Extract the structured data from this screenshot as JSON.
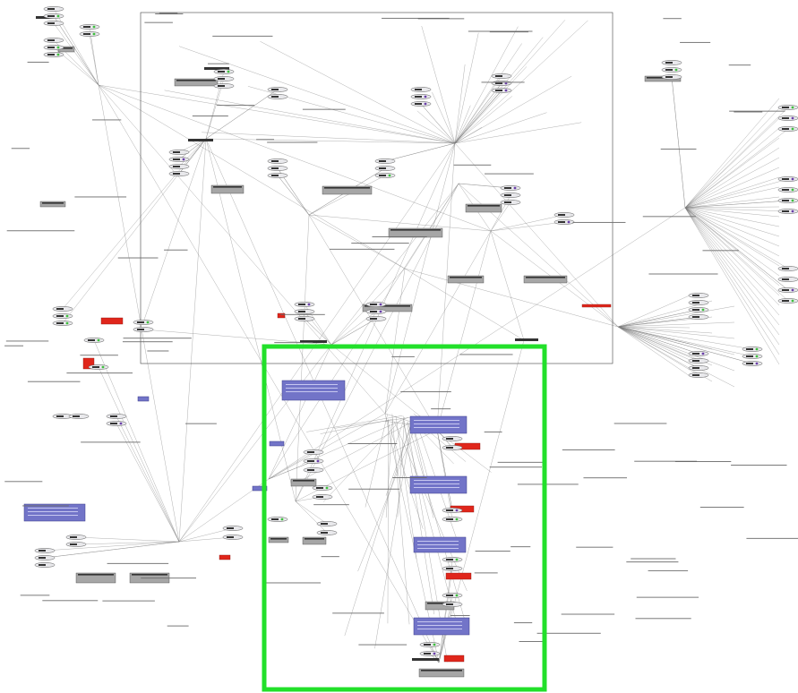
{
  "diagram": {
    "description_note": "",
    "colors": {
      "background": "#ffffff",
      "edge": "#7a7a7a",
      "node_gray": "#a6a6a6",
      "node_dark": "#333333",
      "node_blue": "#7274c8",
      "node_red": "#e0261b",
      "node_border": "#444444",
      "highlight": "#22e02a",
      "ellipse_fill": "#e9e9ec",
      "badge_green": "#3fbf3f",
      "badge_purple": "#6a3fa8"
    },
    "legible_text": "",
    "highlight_region": {
      "label": "",
      "color": "#22e02a"
    },
    "node_counts": {
      "gray_boxes": 18,
      "blue_boxes": 9,
      "red_boxes": 9,
      "ellipse_nodes": 140
    }
  }
}
